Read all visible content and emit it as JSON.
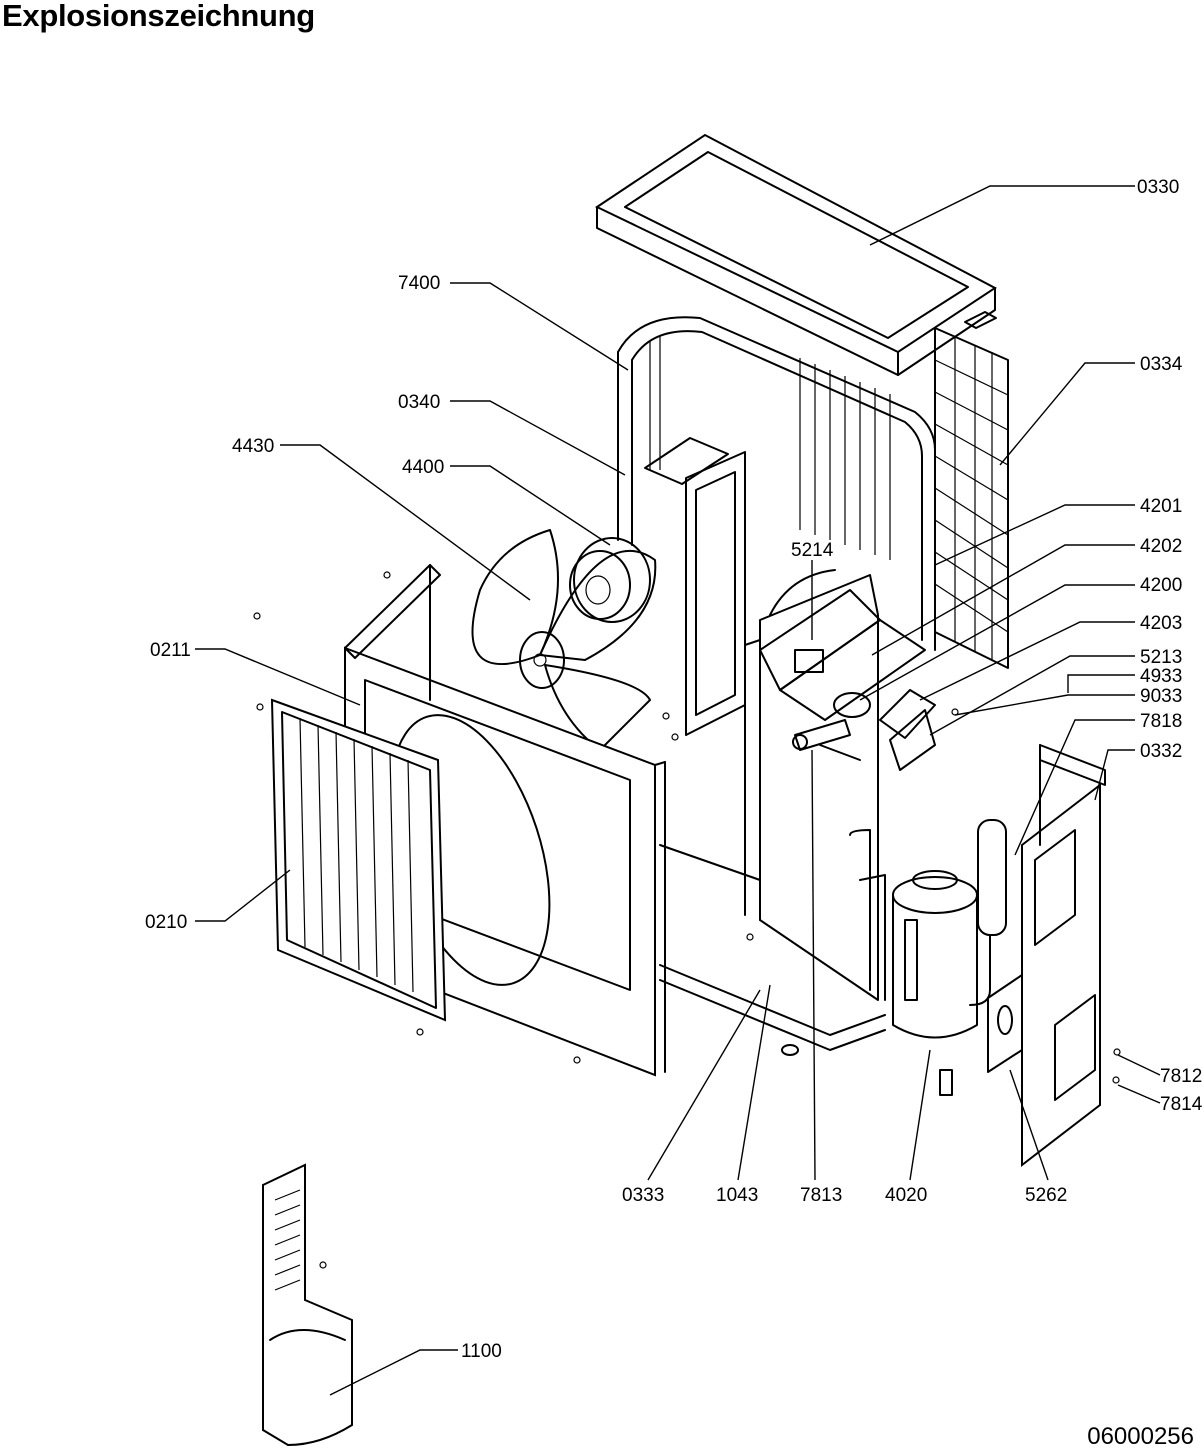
{
  "title": "Explosionszeichnung",
  "drawing_number": "06000256",
  "labels": {
    "p0330": "0330",
    "p7400": "7400",
    "p0334": "0334",
    "p0340": "0340",
    "p4430": "4430",
    "p4400": "4400",
    "p4201": "4201",
    "p4202": "4202",
    "p5214": "5214",
    "p4200": "4200",
    "p4203": "4203",
    "p0211": "0211",
    "p5213": "5213",
    "p4933": "4933",
    "p9033": "9033",
    "p7818": "7818",
    "p0332": "0332",
    "p0210": "0210",
    "p7812": "7812",
    "p7814": "7814",
    "p0333": "0333",
    "p1043": "1043",
    "p7813": "7813",
    "p4020": "4020",
    "p5262": "5262",
    "p1100": "1100"
  }
}
